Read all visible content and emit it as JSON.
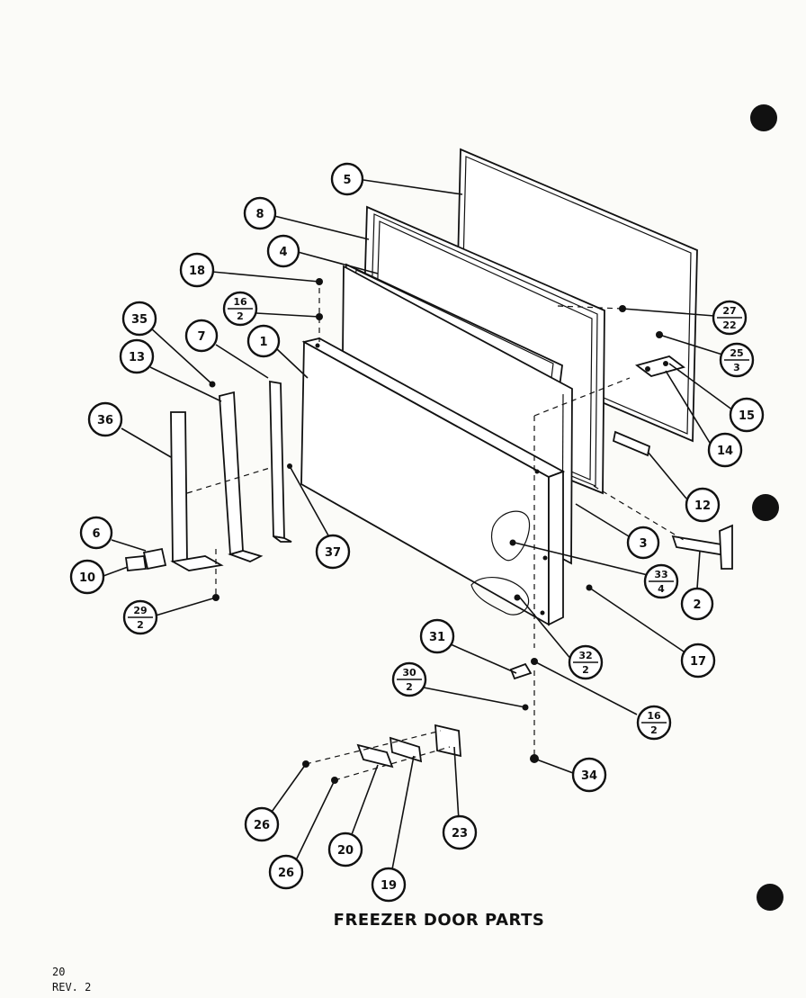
{
  "caption": "FREEZER DOOR PARTS",
  "page_number": "20",
  "revision": "REV. 2",
  "callouts": {
    "c5": "5",
    "c8": "8",
    "c4": "4",
    "c18": "18",
    "c16a_top": "16",
    "c16a_bot": "2",
    "c35": "35",
    "c7": "7",
    "c1": "1",
    "c13": "13",
    "c36": "36",
    "c6": "6",
    "c10": "10",
    "c29_top": "29",
    "c29_bot": "2",
    "c37": "37",
    "c27_top": "27",
    "c27_bot": "22",
    "c25_top": "25",
    "c25_bot": "3",
    "c15": "15",
    "c14": "14",
    "c12": "12",
    "c3": "3",
    "c2": "2",
    "c33_top": "33",
    "c33_bot": "4",
    "c17": "17",
    "c32_top": "32",
    "c32_bot": "2",
    "c31": "31",
    "c30_top": "30",
    "c30_bot": "2",
    "c16b_top": "16",
    "c16b_bot": "2",
    "c34": "34",
    "c26a": "26",
    "c26b": "26",
    "c20": "20",
    "c19": "19",
    "c23": "23"
  }
}
